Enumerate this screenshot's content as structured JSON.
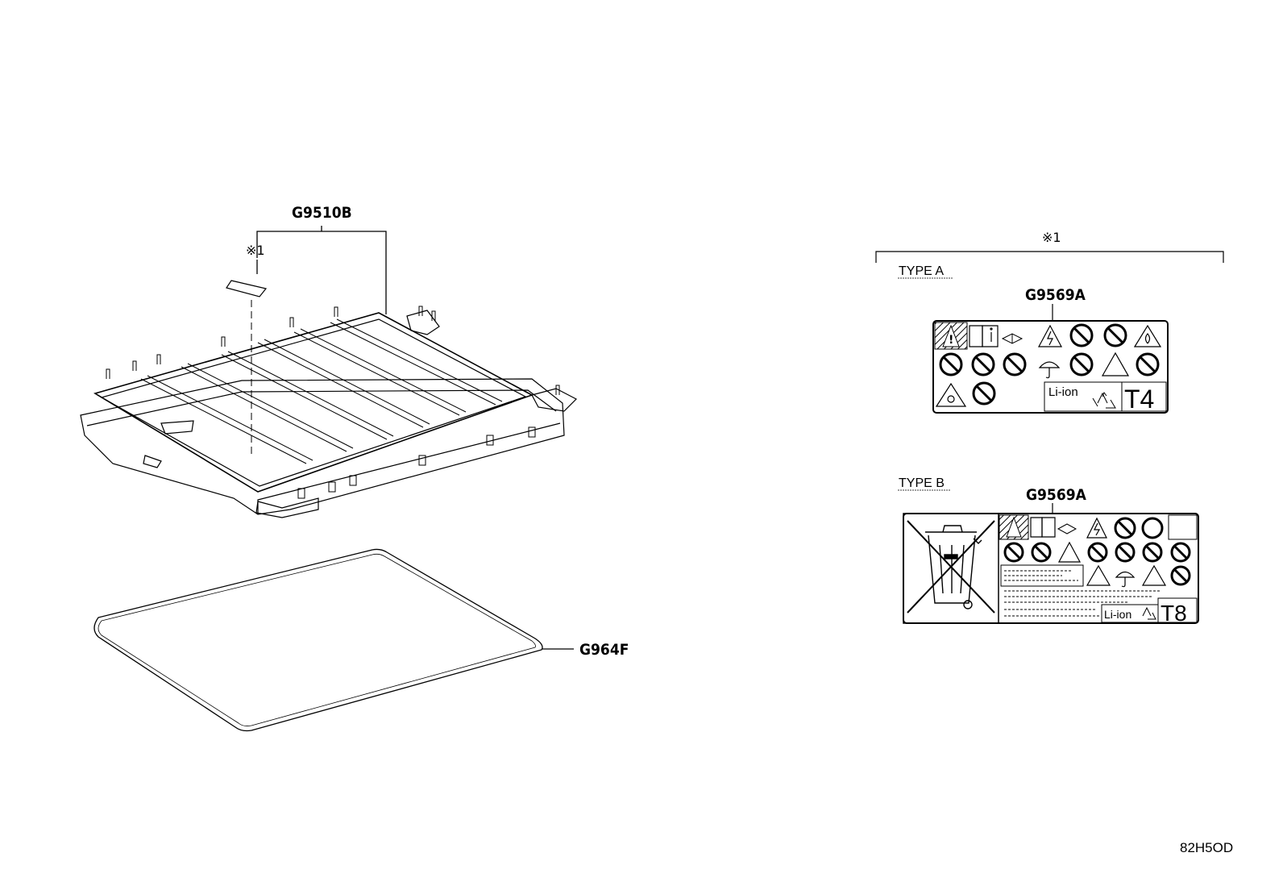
{
  "callouts": {
    "tray": "G9510B",
    "mat": "G964F",
    "label_a": "G9569A",
    "label_b": "G9569A"
  },
  "marks": {
    "tray_mark": "※1",
    "group_mark": "※1"
  },
  "types": {
    "type_a": "TYPE A",
    "type_b": "TYPE B"
  },
  "label_a": {
    "chem": "Li-ion",
    "code": "T4"
  },
  "label_b": {
    "chem": "Li-ion",
    "code": "T8"
  },
  "diagram_code": "82H5OD"
}
